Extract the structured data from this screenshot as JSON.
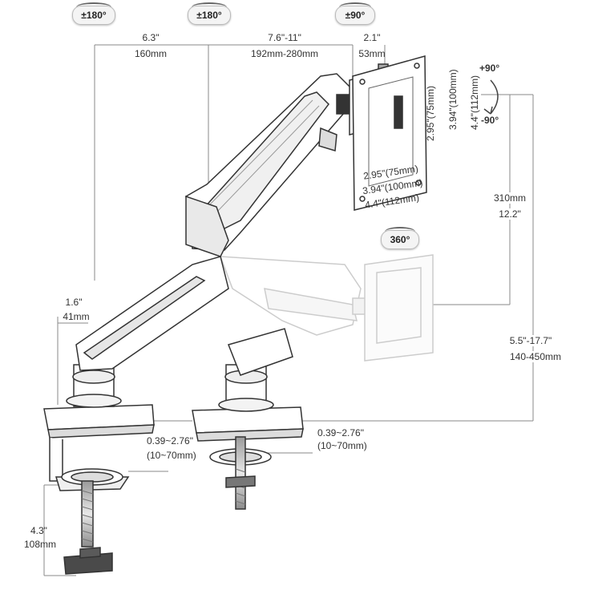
{
  "rotation_badges": {
    "arm_base": "±180°",
    "arm_mid": "±180°",
    "head_tilt": "±90°",
    "swivel": "360°"
  },
  "tilt": {
    "up": "+90°",
    "down": "-90°"
  },
  "dimensions": {
    "arm1_length": {
      "in": "6.3\"",
      "mm": "160mm"
    },
    "arm2_length": {
      "in": "7.6\"-11\"",
      "mm": "192mm-280mm"
    },
    "head_depth": {
      "in": "2.1\"",
      "mm": "53mm"
    },
    "vesa_h_75": "2.95\"(75mm)",
    "vesa_h_100": "3.94\"(100mm)",
    "vesa_h_112": "4.4\"(112mm)",
    "vesa_v_75": "2.95\"(75mm)",
    "vesa_v_100": "3.94\"(100mm)",
    "vesa_v_112": "4.4\"(112mm)",
    "height_adjust": {
      "mm": "310mm",
      "in": "12.2\""
    },
    "pole_offset": {
      "in": "1.6\"",
      "mm": "41mm"
    },
    "total_height": {
      "in": "5.5\"-17.7\"",
      "mm": "140-450mm"
    },
    "clamp_range_left": {
      "in": "0.39~2.76\"",
      "mm": "(10~70mm)"
    },
    "clamp_range_right": {
      "in": "0.39~2.76\"",
      "mm": "(10~70mm)"
    },
    "bolt_length": {
      "in": "4.3\"",
      "mm": "108mm"
    }
  },
  "colors": {
    "line": "#333333",
    "dim": "#888888",
    "faint": "#c8c8c8"
  }
}
